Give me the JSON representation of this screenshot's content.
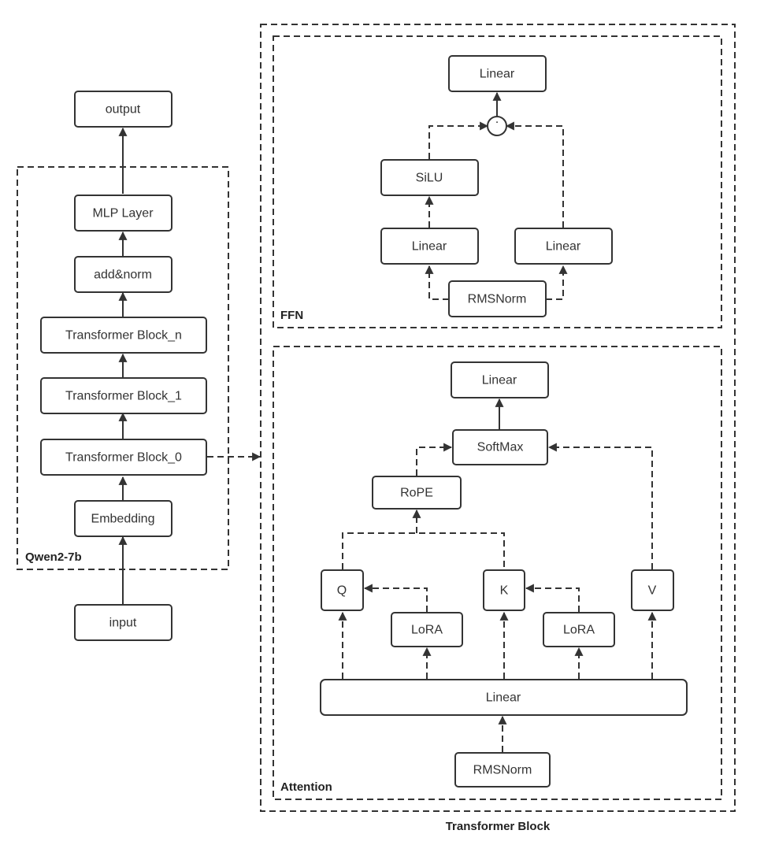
{
  "qwen": {
    "title": "Qwen2-7b",
    "output": "output",
    "mlp": "MLP Layer",
    "addnorm": "add&norm",
    "block_n": "Transformer Block_n",
    "block_1": "Transformer Block_1",
    "block_0": "Transformer Block_0",
    "embedding": "Embedding",
    "input": "input"
  },
  "transformer_block": {
    "title": "Transformer Block",
    "ffn": {
      "title": "FFN",
      "linear_top": "Linear",
      "mult": "·",
      "silu": "SiLU",
      "linear_left": "Linear",
      "linear_right": "Linear",
      "rmsnorm": "RMSNorm"
    },
    "attention": {
      "title": "Attention",
      "linear_top": "Linear",
      "softmax": "SoftMax",
      "rope": "RoPE",
      "q": "Q",
      "k": "K",
      "v": "V",
      "lora_q": "LoRA",
      "lora_k": "LoRA",
      "linear_wide": "Linear",
      "rmsnorm": "RMSNorm"
    }
  }
}
